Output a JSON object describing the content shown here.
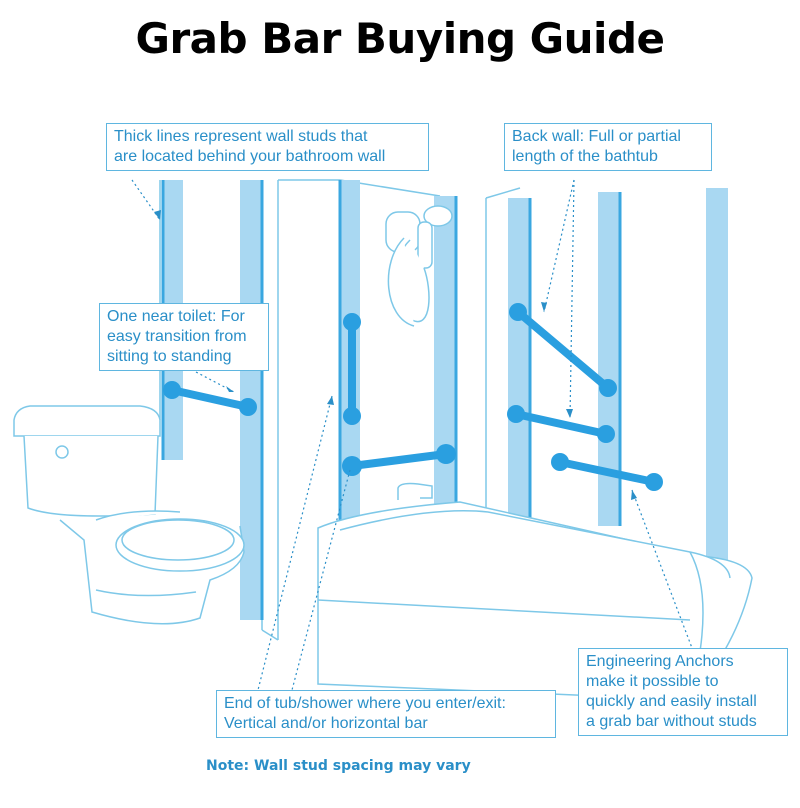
{
  "title": "Grab Bar Buying Guide",
  "callouts": {
    "studs": [
      "Thick lines represent wall studs that",
      "are located behind your bathroom wall"
    ],
    "back_wall": [
      "Back wall: Full or partial",
      "length of the bathtub"
    ],
    "toilet": [
      "One near toilet: For",
      "easy transition from",
      "sitting to standing"
    ],
    "entry": [
      "End of tub/shower where you enter/exit:",
      "Vertical and/or horizontal bar"
    ],
    "anchors": [
      "Engineering Anchors",
      "make it possible to",
      "quickly and easily install",
      "a grab bar without studs"
    ]
  },
  "note": "Note: Wall stud spacing may vary",
  "colors": {
    "outline": "#7ec8e8",
    "stud_fill": "#a9d8f2",
    "stud_edge": "#3aa7e0",
    "grab_bar": "#2a9fe0",
    "text": "#2a8fc8",
    "title": "#000000"
  }
}
